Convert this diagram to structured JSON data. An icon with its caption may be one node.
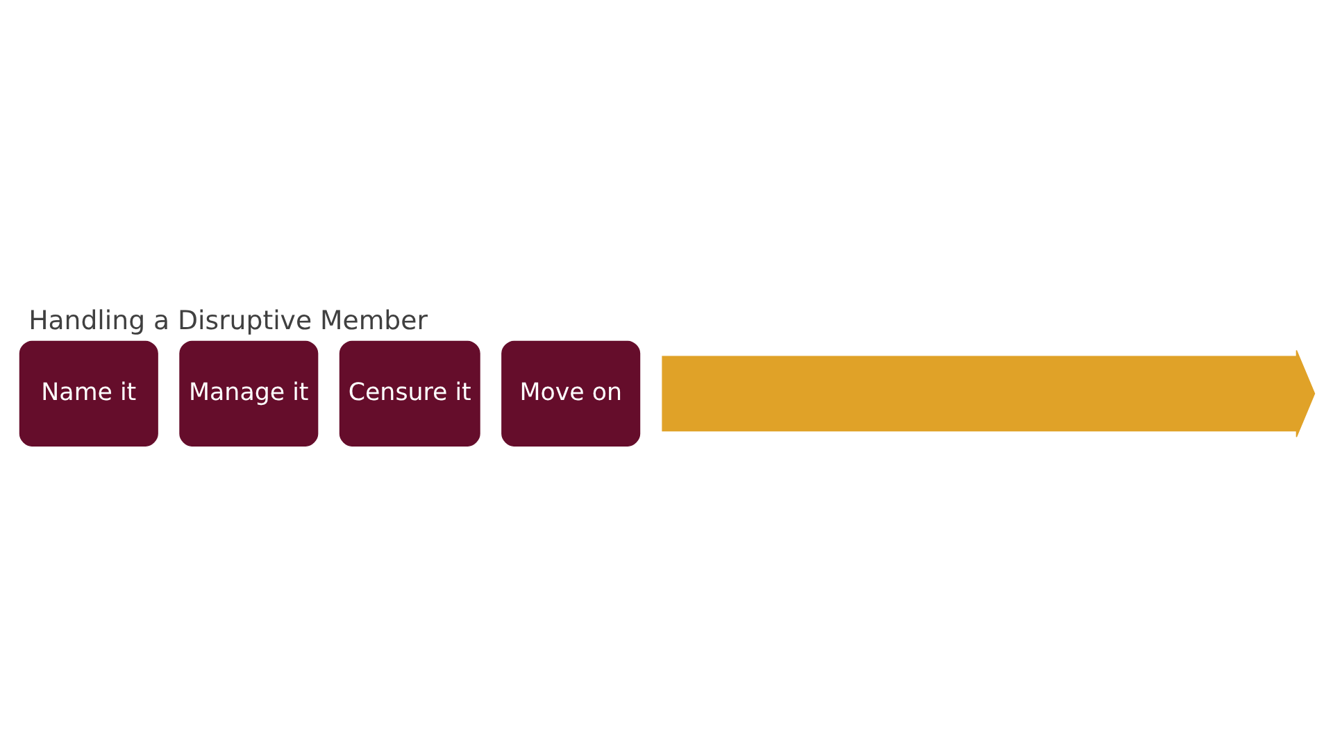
{
  "diagram": {
    "title": "Handling a Disruptive Member",
    "nodes": [
      {
        "text": [
          "Name it"
        ]
      },
      {
        "text": [
          "Manage it"
        ]
      },
      {
        "text": [
          "Censure it"
        ]
      },
      {
        "text": [
          "Move on"
        ]
      },
      {
        "text": [],
        "shape": "arrow"
      }
    ]
  }
}
